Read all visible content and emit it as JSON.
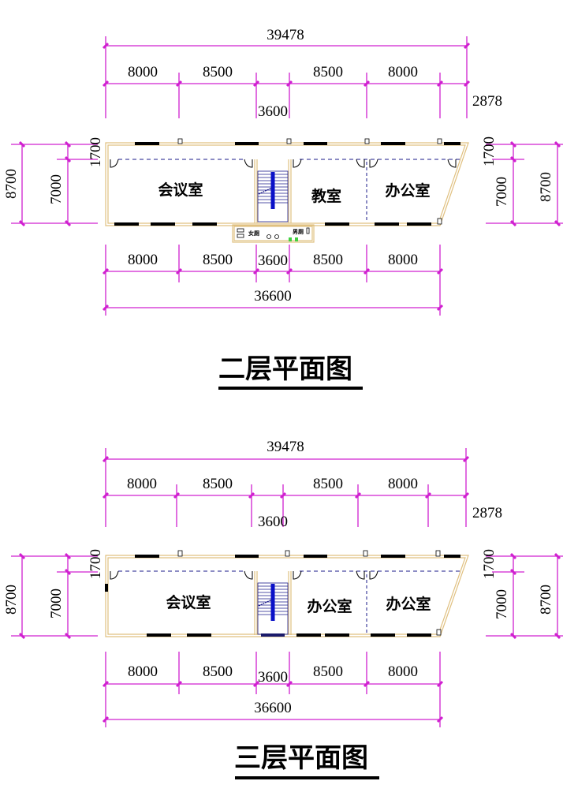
{
  "floor2": {
    "title": "二层平面图",
    "top_total": "39478",
    "top_dims": [
      "8000",
      "8500",
      "8500",
      "8000"
    ],
    "top_stair": "3600",
    "top_offset": "2878",
    "left_outer": "8700",
    "left_inner": "7000",
    "left_corridor": "1700",
    "right_outer": "8700",
    "right_inner": "7000",
    "right_corridor": "1700",
    "bottom_dims": [
      "8000",
      "8500",
      "3600",
      "8500",
      "8000"
    ],
    "bottom_total": "36600",
    "rooms": [
      "会议室",
      "教室",
      "办公室"
    ],
    "toilet_women": "女厕",
    "toilet_men": "男厕"
  },
  "floor3": {
    "title": "三层平面图",
    "top_total": "39478",
    "top_dims": [
      "8000",
      "8500",
      "8500",
      "8000"
    ],
    "top_stair": "3600",
    "top_offset": "2878",
    "left_outer": "8700",
    "left_inner": "7000",
    "left_corridor": "1700",
    "right_outer": "8700",
    "right_inner": "7000",
    "right_corridor": "1700",
    "bottom_dims": [
      "8000",
      "8500",
      "3600",
      "8500",
      "8000"
    ],
    "bottom_total": "36600",
    "rooms": [
      "会议室",
      "办公室",
      "办公室"
    ]
  },
  "colors": {
    "dimension": "#d020d0",
    "wall": "#e0c080",
    "stair": "#0a10c8",
    "window": "#000000"
  }
}
